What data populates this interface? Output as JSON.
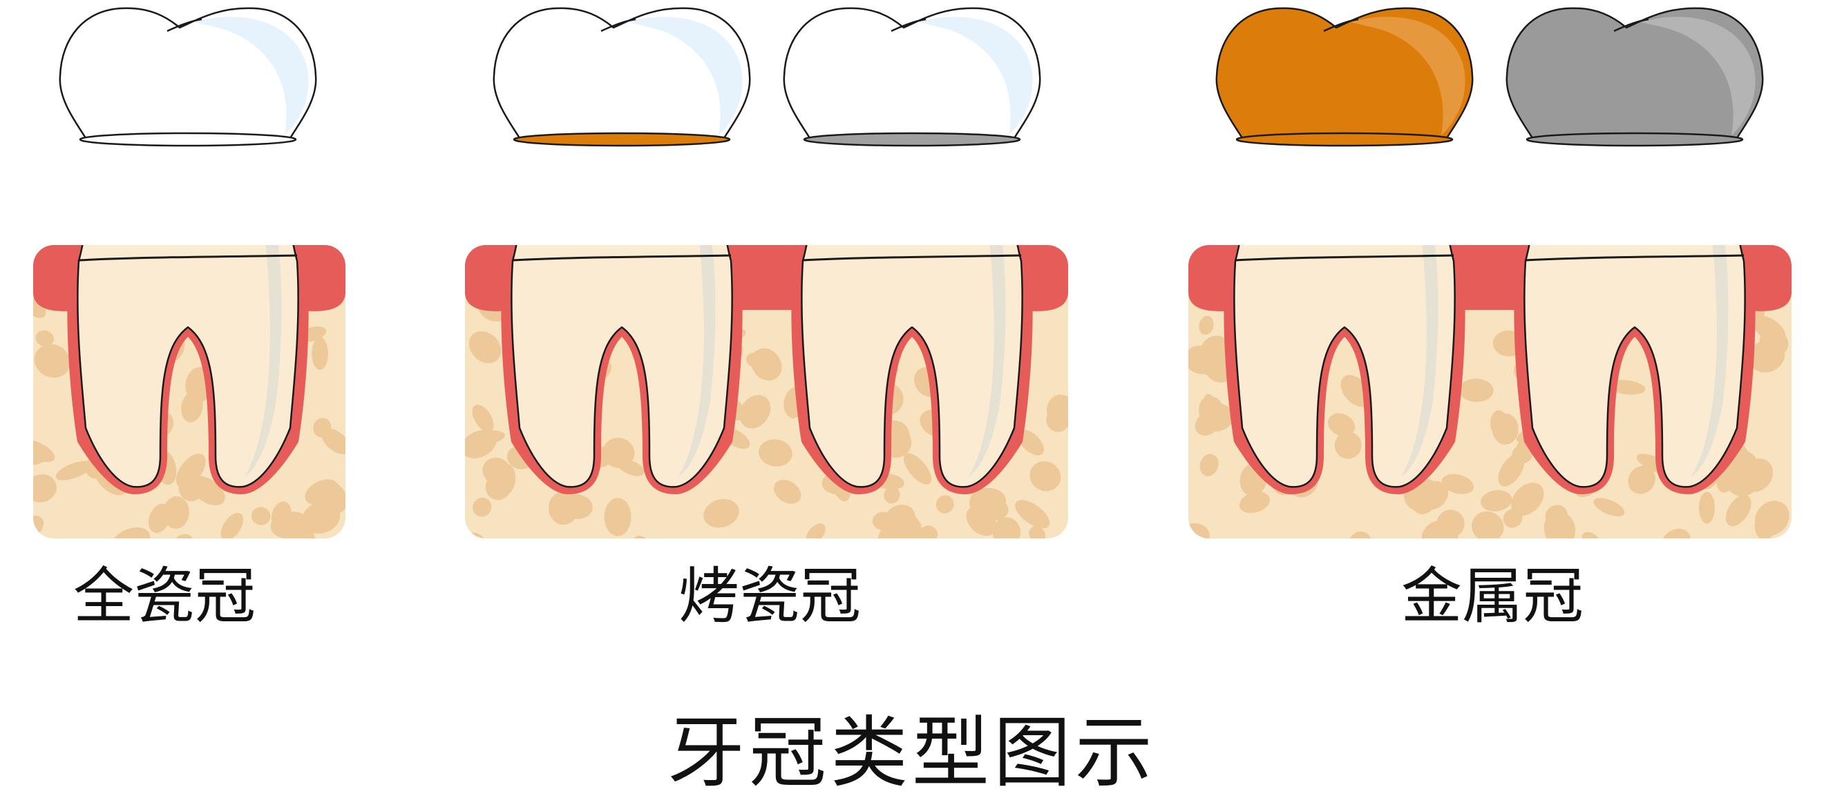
{
  "title": "牙冠类型图示",
  "groups": [
    {
      "label": "全瓷冠",
      "crowns": [
        {
          "name": "all-ceramic-crown",
          "fill": "#ffffff",
          "highlight": "#e6f3fc",
          "rim": "#ffffff"
        }
      ]
    },
    {
      "label": "烤瓷冠",
      "crowns": [
        {
          "name": "porcelain-fused-gold-crown",
          "fill": "#ffffff",
          "highlight": "#e6f3fc",
          "rim": "#dc7d0b"
        },
        {
          "name": "porcelain-fused-metal-crown",
          "fill": "#ffffff",
          "highlight": "#e6f3fc",
          "rim": "#a0a0a0"
        }
      ]
    },
    {
      "label": "金属冠",
      "crowns": [
        {
          "name": "gold-crown",
          "fill": "#dc7d0b",
          "highlight": "#e6993c",
          "rim": "#dc7d0b"
        },
        {
          "name": "metal-crown",
          "fill": "#9a9a9a",
          "highlight": "#b4b4b4",
          "rim": "#9a9a9a"
        }
      ]
    }
  ],
  "colors": {
    "gum": "#e55c59",
    "bone": "#f8e3c0",
    "bone_spot": "#edc999",
    "tooth": "#fbebd2",
    "tooth_shade": "#e5e2d4",
    "outline": "#1a1a1a"
  }
}
